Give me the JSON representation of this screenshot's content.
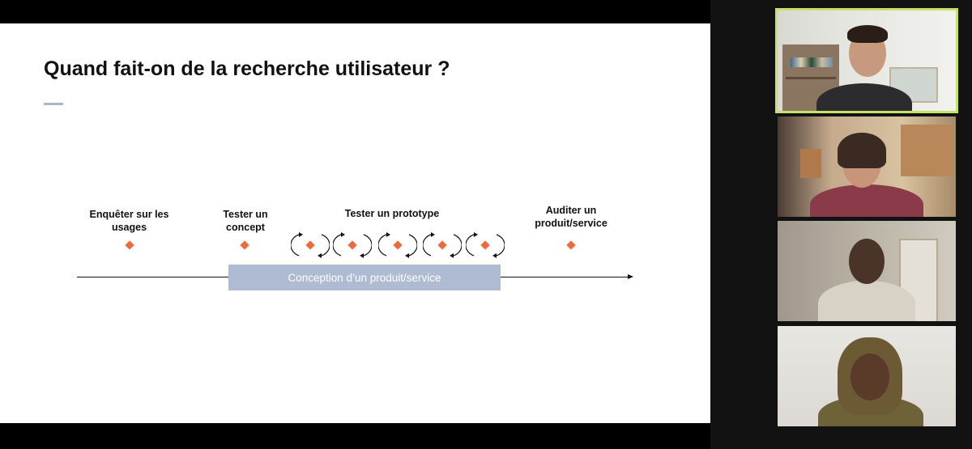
{
  "slide": {
    "title": "Quand fait-on de la recherche utilisateur ?",
    "timeline": {
      "stages": [
        {
          "label": "Enquêter sur les usages"
        },
        {
          "label": "Tester un concept"
        },
        {
          "label": "Tester un prototype"
        },
        {
          "label": "Auditer un produit/service"
        }
      ],
      "conception_label": "Conception d’un produit/service"
    },
    "colors": {
      "diamond": "#f0693c",
      "conception_box": "#aebbd3",
      "active_speaker_border": "#c6e26a"
    },
    "icons": [
      "diamond-marker-icon",
      "cycle-arrows-icon",
      "timeline-arrow-icon"
    ]
  },
  "participants": {
    "count": 4,
    "active_index": 0
  }
}
